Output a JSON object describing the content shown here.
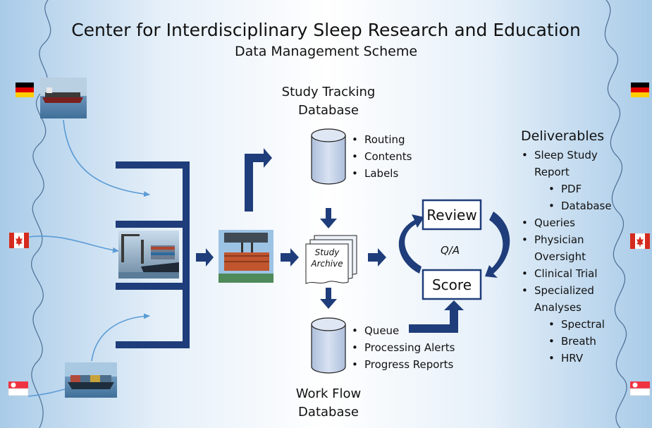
{
  "title": "Center for Interdisciplinary Sleep Research and Education",
  "subtitle": "Data Management Scheme",
  "study_tracking": {
    "title_line1": "Study Tracking",
    "title_line2": "Database",
    "items": [
      "Routing",
      "Contents",
      "Labels"
    ]
  },
  "work_flow": {
    "title_line1": "Work Flow",
    "title_line2": "Database",
    "items": [
      "Queue",
      "Processing Alerts",
      "Progress Reports"
    ]
  },
  "archive": {
    "line1": "Study",
    "line2": "Archive"
  },
  "review_label": "Review",
  "score_label": "Score",
  "qa_label": "Q/A",
  "deliverables": {
    "heading": "Deliverables",
    "items": [
      {
        "text": "Sleep Study",
        "level": 1
      },
      {
        "text": "Report",
        "level": "cont"
      },
      {
        "text": "PDF",
        "level": 2
      },
      {
        "text": "Database",
        "level": 2
      },
      {
        "text": "Queries",
        "level": 1
      },
      {
        "text": "Physician",
        "level": 1
      },
      {
        "text": "Oversight",
        "level": "cont"
      },
      {
        "text": "Clinical Trial",
        "level": 1
      },
      {
        "text": "Specialized",
        "level": 1
      },
      {
        "text": "Analyses",
        "level": "cont"
      },
      {
        "text": "Spectral",
        "level": 2
      },
      {
        "text": "Breath",
        "level": 2
      },
      {
        "text": "HRV",
        "level": 2
      }
    ]
  },
  "flags": {
    "left": [
      "germany-flag",
      "canada-flag",
      "singapore-flag"
    ],
    "right": [
      "germany-flag",
      "canada-flag",
      "singapore-flag"
    ]
  },
  "colors": {
    "arrow_dark": "#1f3d7a",
    "arrow_light": "#5b9bd5",
    "cylinder_fill": "#c5d3e8",
    "background_center": "#ffffff",
    "background_edge": "#b8d4ec"
  }
}
